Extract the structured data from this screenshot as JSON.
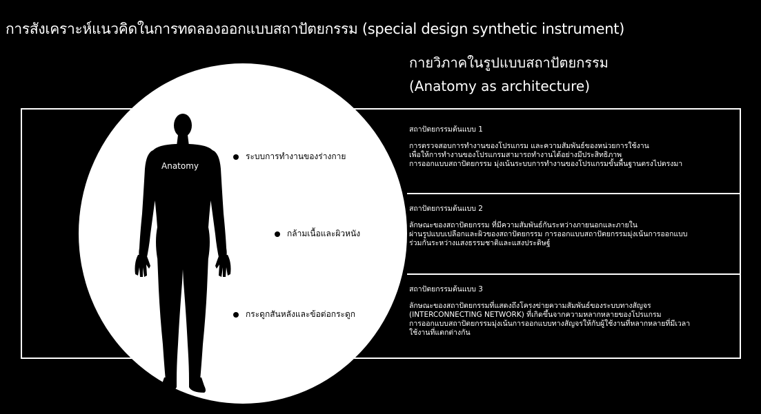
{
  "page": {
    "title": "การสังเคราะห์แนวคิดในการทดลองออกแบบสถาปัตยกรรม (special design synthetic instrument)"
  },
  "section": {
    "title_th": "กายวิภาคในรูปแบบสถาปัตยกรรม",
    "title_en": "(Anatomy as architecture)"
  },
  "figure": {
    "label": "Anatomy",
    "icon": "human-body-silhouette-icon"
  },
  "bullets": [
    "ระบบการทำงานของร่างกาย",
    "กล้ามเนื้อและผิวหนัง",
    "กระดูกสันหลังและข้อต่อกระดูก"
  ],
  "prototypes": [
    {
      "title": "สถาปัตยกรรมต้นแบบ 1",
      "description": "การตรวจสอบการทำงานของโปรแกรม และความสัมพันธ์ของหน่วยการใช้งาน\nเพื่อให้การทำงานของโปรแกรมสามารถทำงานได้อย่างมีประสิทธิภาพ\nการออกแบบสถาปัตยกรรม มุ่งเน้นระบบการทำงานของโปรแกรมขั้นพื้นฐานตรงไปตรงมา"
    },
    {
      "title": "สถาปัตยกรรมต้นแบบ 2",
      "description": "ลักษณะของสถาปัตยกรรม ที่มีความสัมพันธ์กันระหว่างภายนอกและภายใน\nผ่านรูปแบบเปลือกและผิวของสถาปัตยกรรม การออกแบบสถาปัตยกรรมมุ่งเน้นการออกแบบ\nร่วมกันระหว่างแสงธรรมชาติและแสงประดิษฐ์"
    },
    {
      "title": "สถาปัตยกรรมต้นแบบ 3",
      "description": "ลักษณะของสถาปัตยกรรมที่แสดงถึงโครงข่ายความสัมพันธ์ของระบบทางสัญจร\n(INTERCONNECTING NETWORK) ที่เกิดขึ้นจากความหลากหลายของโปรแกรม\nการออกแบบสถาปัตยกรรมมุ่งเน้นการออกแบบทางสัญจรให้กับผู้ใช้งานที่หลากหลายที่มีเวลา\nใช้งานที่แตกต่างกัน"
    }
  ]
}
